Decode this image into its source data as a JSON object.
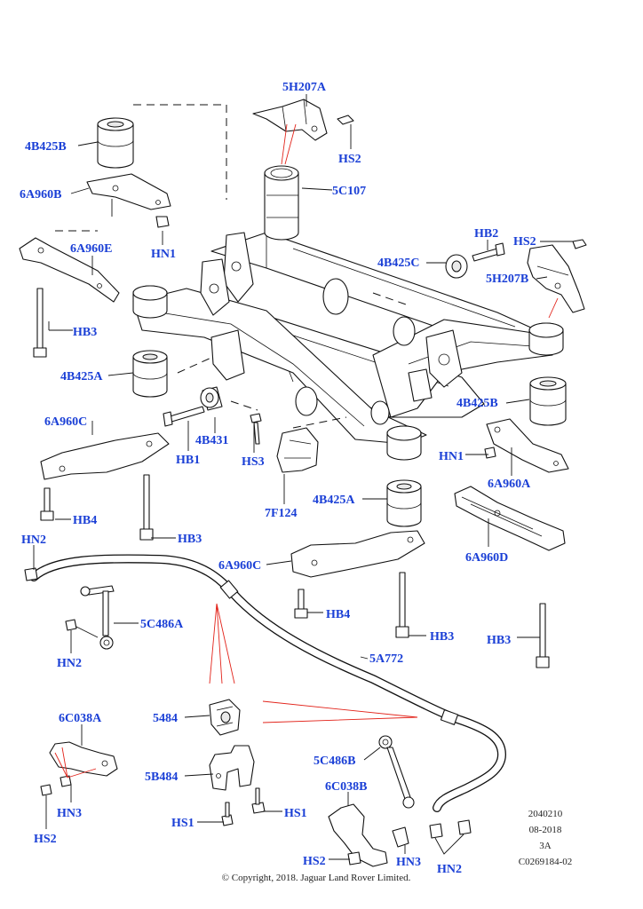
{
  "callouts": {
    "c5H207A": "5H207A",
    "cHS2_top": "HS2",
    "c4B425B_left": "4B425B",
    "c5C107": "5C107",
    "c6A960B": "6A960B",
    "cHN1_top": "HN1",
    "c6A960E": "6A960E",
    "cHB2": "HB2",
    "cHS2_right": "HS2",
    "c4B425C": "4B425C",
    "c5H207B": "5H207B",
    "cHB3_left": "HB3",
    "c4B425A_left": "4B425A",
    "c4B425B_right": "4B425B",
    "c6A960C_left": "6A960C",
    "c4B431": "4B431",
    "cHB1": "HB1",
    "cHS3": "HS3",
    "cHN1_right": "HN1",
    "c6A960A": "6A960A",
    "c4B425A_mid": "4B425A",
    "cHB4_left": "HB4",
    "c7F124": "7F124",
    "cHN2_left": "HN2",
    "cHB3_mid": "HB3",
    "c6A960D": "6A960D",
    "c6A960C_mid": "6A960C",
    "c5C486A": "5C486A",
    "cHB4_mid": "HB4",
    "cHB3_right2": "HB3",
    "cHB3_far": "HB3",
    "cHN2_link": "HN2",
    "c5A772": "5A772",
    "c6C038A": "6C038A",
    "c5484": "5484",
    "c5C486B": "5C486B",
    "c5B484": "5B484",
    "c6C038B": "6C038B",
    "cHN3_left": "HN3",
    "cHS2_bl": "HS2",
    "cHS1_left": "HS1",
    "cHS1_right": "HS1",
    "cHS2_br": "HS2",
    "cHN3_right": "HN3",
    "cHN2_br": "HN2"
  },
  "info": {
    "code": "2040210",
    "date": "08-2018",
    "sheet": "3A",
    "ref": "C0269184-02"
  },
  "copyright": "© Copyright, 2018. Jaguar Land Rover Limited."
}
